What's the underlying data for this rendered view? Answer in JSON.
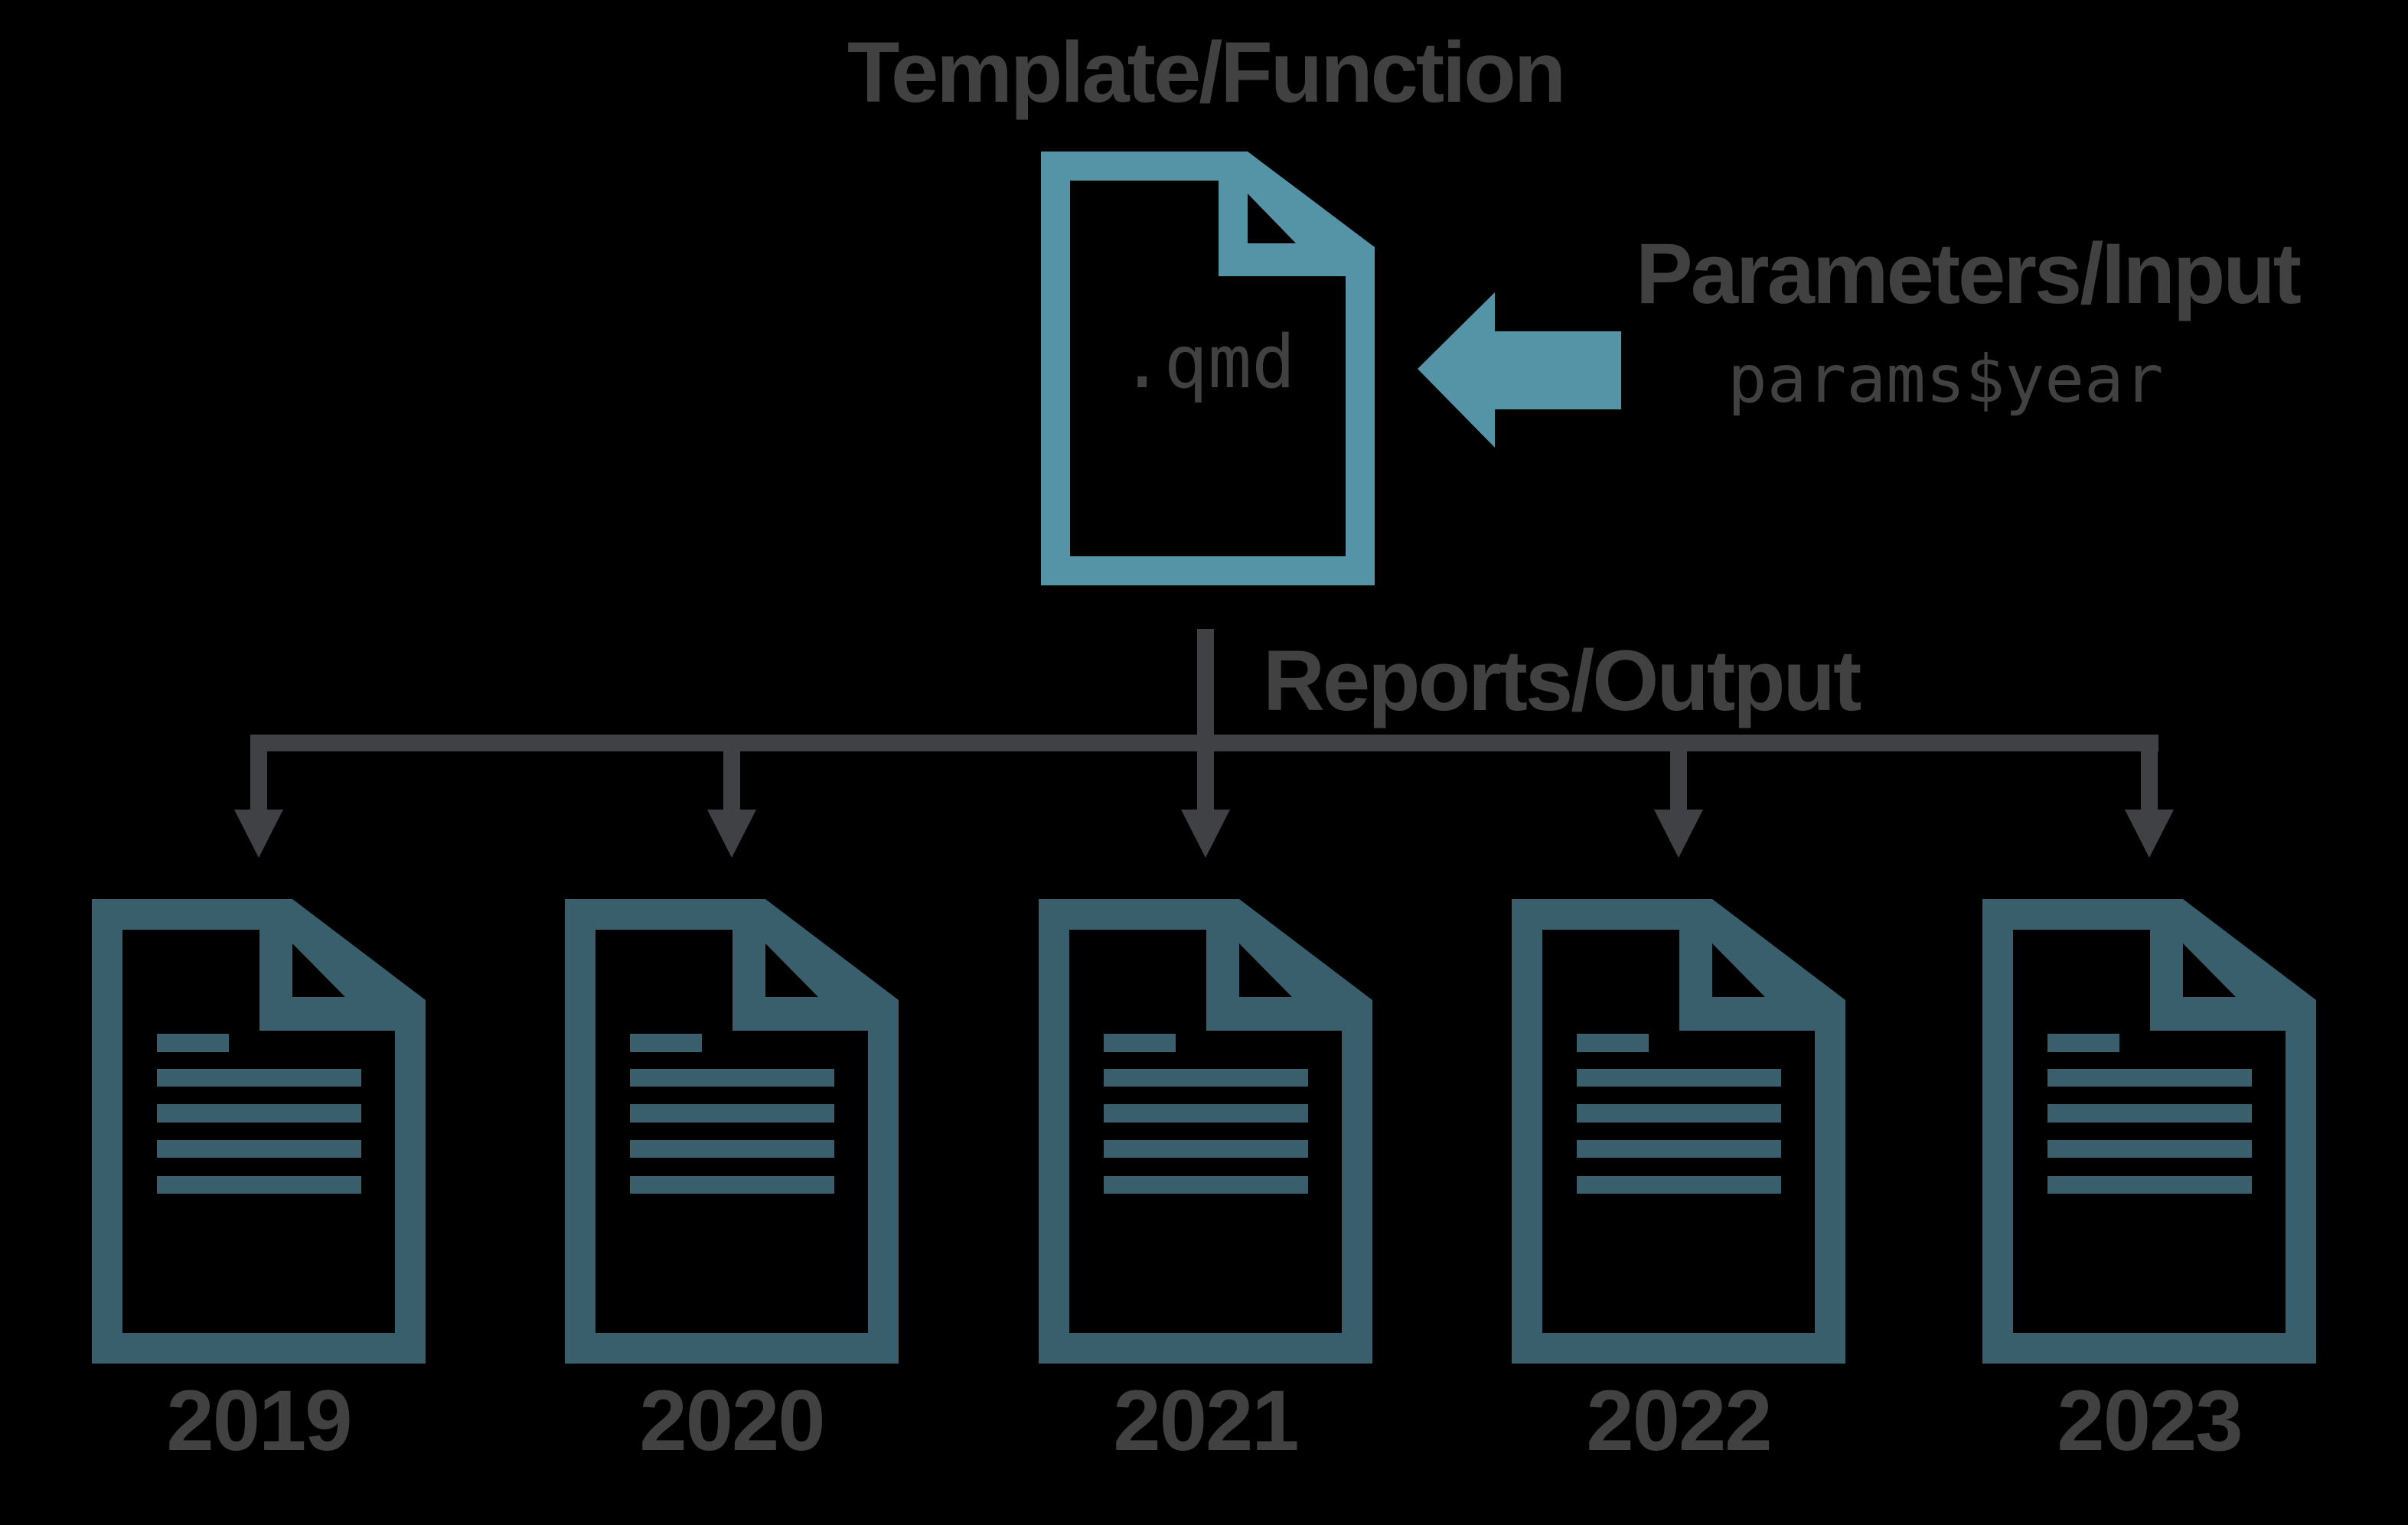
{
  "diagram": {
    "title": "Template/Function",
    "template_doc": {
      "filename": ".qmd"
    },
    "parameters": {
      "heading": "Parameters/Input",
      "code": "params$year"
    },
    "reports": {
      "heading": "Reports/Output",
      "years": [
        "2019",
        "2020",
        "2021",
        "2022",
        "2023"
      ]
    }
  },
  "icons": {
    "template_doc": "file-blank-icon",
    "report_doc": "file-text-icon",
    "input_arrow": "arrow-left-icon",
    "branch_arrow": "arrow-down-icon"
  },
  "colors": {
    "background": "#000000",
    "teal_light": "#5593a6",
    "teal_dark": "#3a5f6c",
    "text_gray": "#414141",
    "line_gray": "#3f4145"
  }
}
